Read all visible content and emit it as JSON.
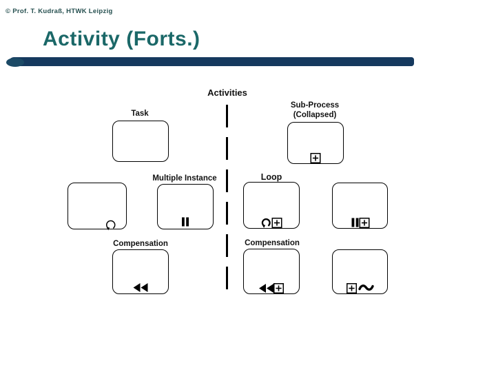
{
  "header": {
    "copyright": "© Prof. T. Kudraß, HTWK Leipzig",
    "title": "Activity (Forts.)"
  },
  "colors": {
    "title_text": "#1b6868",
    "copyright_text": "#254f4f",
    "underline_bar": "#15395e",
    "diagram_ink": "#000000",
    "background": "#ffffff"
  },
  "diagram": {
    "labels": {
      "activities": "Activities",
      "task": "Task",
      "subprocess_line1": "Sub-Process",
      "subprocess_line2": "(Collapsed)",
      "multiple_instance": "Multiple Instance",
      "loop": "Loop",
      "compensation_left": "Compensation",
      "compensation_mid": "Compensation"
    },
    "icons": {
      "plus": "plus-square (collapsed sub-process marker)",
      "loop": "circular-arrow (loop marker)",
      "multi": "double-vertical-bars (multiple instance marker)",
      "compensation": "double-left-triangles (compensation marker)",
      "adhoc": "tilde (ad-hoc marker)"
    },
    "nodes": [
      {
        "id": "task",
        "label": "Task",
        "markers": []
      },
      {
        "id": "subprocess-collapsed",
        "label": "Sub-Process (Collapsed)",
        "markers": [
          "plus"
        ]
      },
      {
        "id": "loop-task",
        "label": "",
        "markers": [
          "loop"
        ]
      },
      {
        "id": "multiple-instance-task",
        "label": "Multiple Instance",
        "markers": [
          "multi"
        ]
      },
      {
        "id": "loop-subprocess",
        "label": "Loop",
        "markers": [
          "loop",
          "plus"
        ]
      },
      {
        "id": "multiple-instance-subprocess",
        "label": "",
        "markers": [
          "multi",
          "plus"
        ]
      },
      {
        "id": "compensation-task",
        "label": "Compensation",
        "markers": [
          "compensation"
        ]
      },
      {
        "id": "compensation-subprocess",
        "label": "Compensation",
        "markers": [
          "compensation",
          "plus"
        ]
      },
      {
        "id": "adhoc-subprocess",
        "label": "",
        "markers": [
          "plus",
          "adhoc"
        ]
      }
    ]
  }
}
